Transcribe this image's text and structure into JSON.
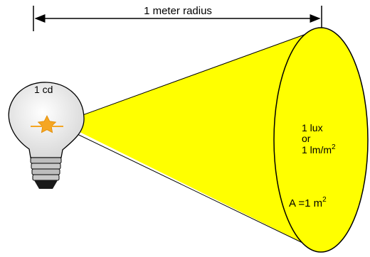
{
  "radius_label": "1 meter radius",
  "source_label": "1 cd",
  "illuminance": {
    "line1": "1 lux",
    "line2": "or",
    "line3_base": "1 lm/m",
    "line3_exp": "2"
  },
  "area": {
    "base": "A =1 m",
    "exp": "2"
  },
  "colors": {
    "cone": "#ffff00",
    "bulb_glass": "#f2f2f2",
    "filament": "#f5a623",
    "outline": "#000000"
  }
}
